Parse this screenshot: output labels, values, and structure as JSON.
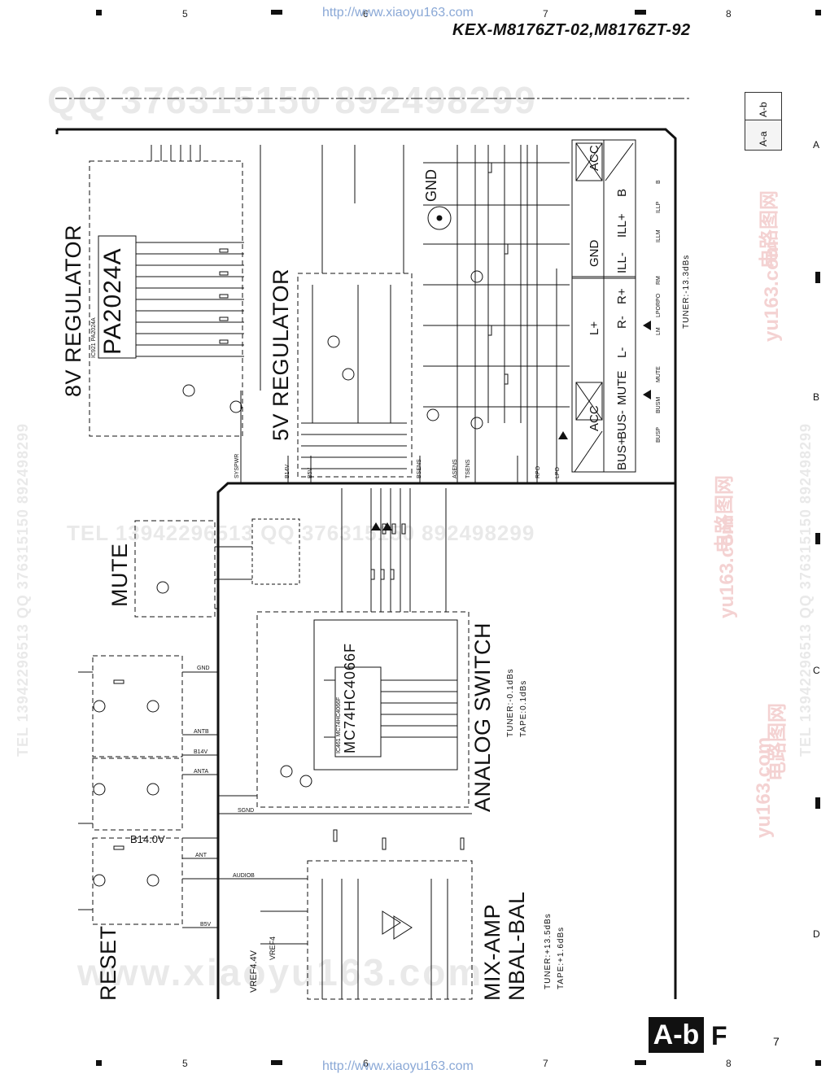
{
  "header": {
    "model": "KEX-M8176ZT-02,M8176ZT-92",
    "url_top": "http://www.xiaoyu163.com",
    "url_bottom": "http://www.xiaoyu163.com",
    "col_top": [
      "5",
      "6",
      "7",
      "8"
    ],
    "col_bottom": [
      "5",
      "6",
      "7",
      "8"
    ]
  },
  "rows": [
    "A",
    "B",
    "C",
    "D"
  ],
  "nav": {
    "tab_top": "A-b",
    "tab_bottom": "A-a"
  },
  "badge": {
    "label": "A-b",
    "letter": "F",
    "page": "7"
  },
  "blocks": {
    "reg8": "8V REGULATOR",
    "reg5": "5V REGULATOR",
    "mute": "MUTE",
    "analog": "ANALOG SWITCH",
    "mix1": "MIX-AMP",
    "mix2": "NBAL-BAL",
    "reset": "RESET"
  },
  "chips": {
    "ic921": "PA2024A",
    "ic921_ref": "IC921 PA2024A",
    "ic461": "MC74HC4066F",
    "ic461_ref": "IC461 MC74HC4066F"
  },
  "gains": {
    "tuner_right": "TUNER:-13.3dBs",
    "analog_tuner": "TUNER:-0.1dBs",
    "analog_tape": "TAPE:0.1dBs",
    "mix_tuner": "TUNER:+13.5dBs",
    "mix_tape": "TAPE:+1.6dBs"
  },
  "connector": {
    "top": [
      "ACC",
      "B",
      "ILL+",
      "ILL-",
      "GND",
      "R+",
      "R-",
      "L+",
      "L-",
      "MUTE",
      "BUS-",
      "BUS+",
      "ACC"
    ],
    "side": [
      "B",
      "ILLP",
      "ILLM",
      "RM",
      "RPO",
      "LPO",
      "LM",
      "MUTE",
      "BUSM",
      "BUSP"
    ]
  },
  "gnd_label": "GND",
  "vref": [
    "VREF4.4V",
    "VREF4"
  ],
  "nets_bus": [
    "SYSPWR",
    "B14V",
    "B5V",
    "BSENS",
    "ASENS",
    "TSENS",
    "RPO",
    "LPO"
  ],
  "nets_left": [
    "GND",
    "ANTB",
    "B14V",
    "ANTA",
    "SGND",
    "ANT",
    "AUDIOB",
    "B5V",
    "B14.0V"
  ],
  "watermarks": {
    "qq_top": "QQ 376315150  892498299",
    "tel_mid": "TEL 13942296513  QQ 376315150  892498299",
    "www_bottom": "www.xiaoyu163.com",
    "side_v": "TEL 13942296513  QQ 376315150  892498299",
    "cn_a": "电路图网",
    "cn_b": "yu163.com"
  }
}
